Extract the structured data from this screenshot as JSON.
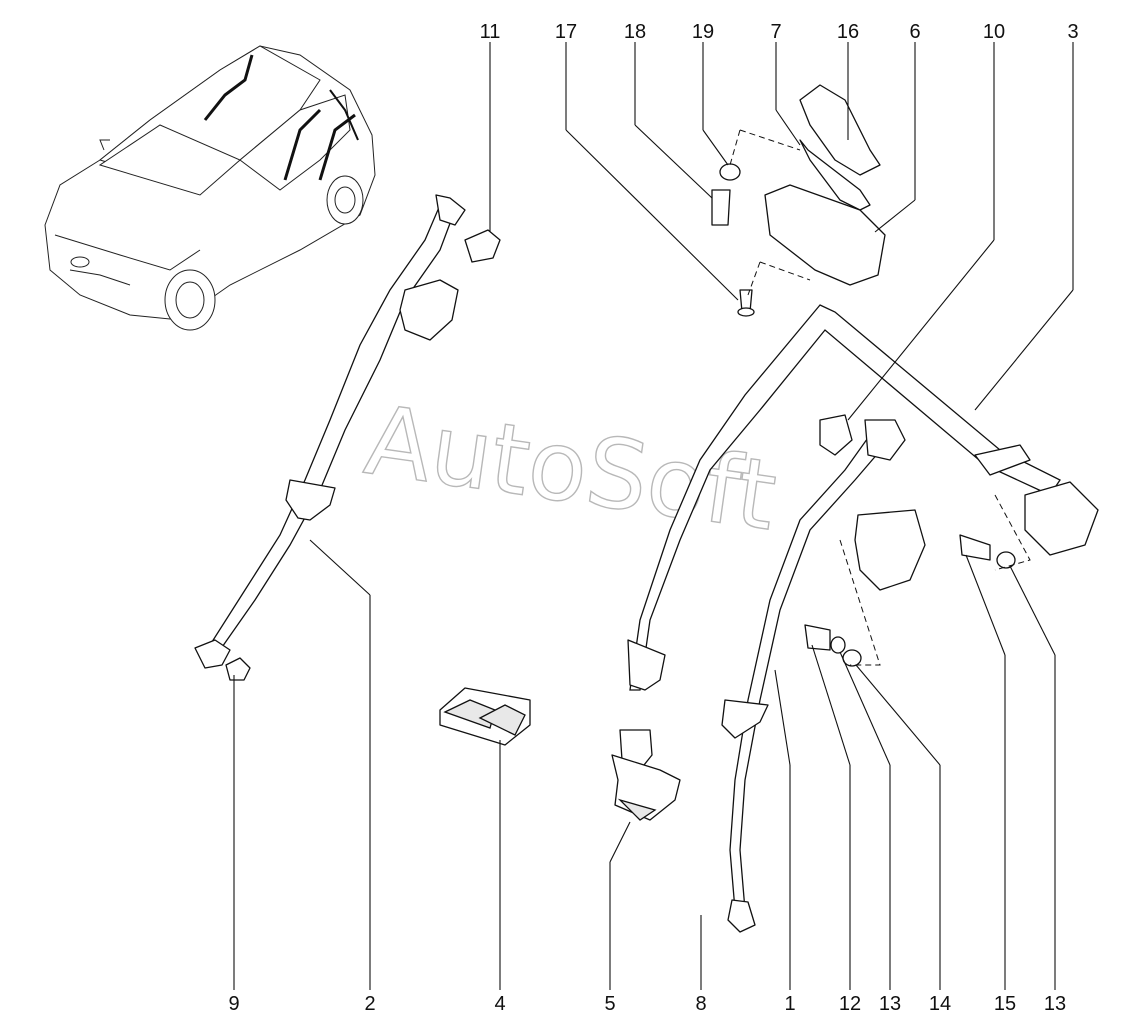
{
  "watermark": "AutoSoft",
  "callouts_top": [
    "11",
    "17",
    "18",
    "19",
    "7",
    "16",
    "6",
    "10",
    "3"
  ],
  "callouts_bottom": [
    "9",
    "2",
    "4",
    "5",
    "8",
    "1",
    "12",
    "13",
    "14",
    "15",
    "13"
  ]
}
